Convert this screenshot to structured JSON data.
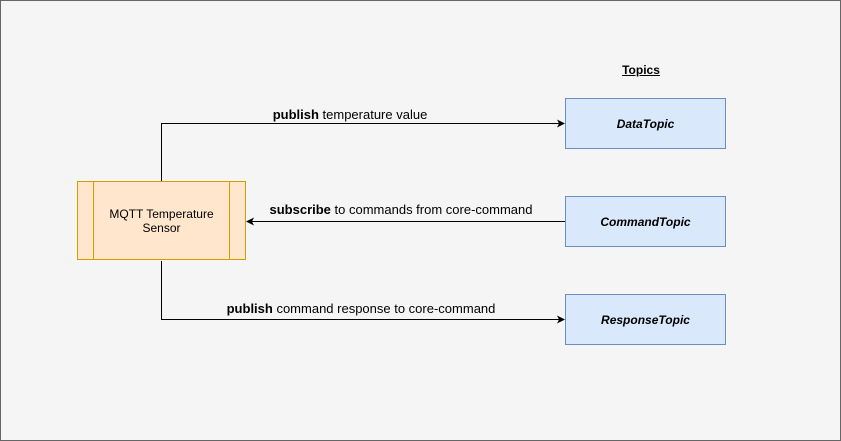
{
  "diagram": {
    "topics_heading": "Topics",
    "sensor": {
      "label": "MQTT Temperature Sensor"
    },
    "topics": [
      {
        "label": "DataTopic"
      },
      {
        "label": "CommandTopic"
      },
      {
        "label": "ResponseTopic"
      }
    ],
    "edges": [
      {
        "verb": "publish",
        "text": " temperature value",
        "direction": "sensor-to-topic",
        "target": "DataTopic"
      },
      {
        "verb": "subscribe",
        "text": " to commands from core-command",
        "direction": "topic-to-sensor",
        "target": "CommandTopic"
      },
      {
        "verb": "publish",
        "text": " command response to core-command",
        "direction": "sensor-to-topic",
        "target": "ResponseTopic"
      }
    ],
    "colors": {
      "background": "#f5f5f5",
      "sensor_fill": "#ffe6cc",
      "sensor_stroke": "#d79b00",
      "topic_fill": "#dae8fc",
      "topic_stroke": "#6c8ebf",
      "edge_stroke": "#000000"
    }
  }
}
